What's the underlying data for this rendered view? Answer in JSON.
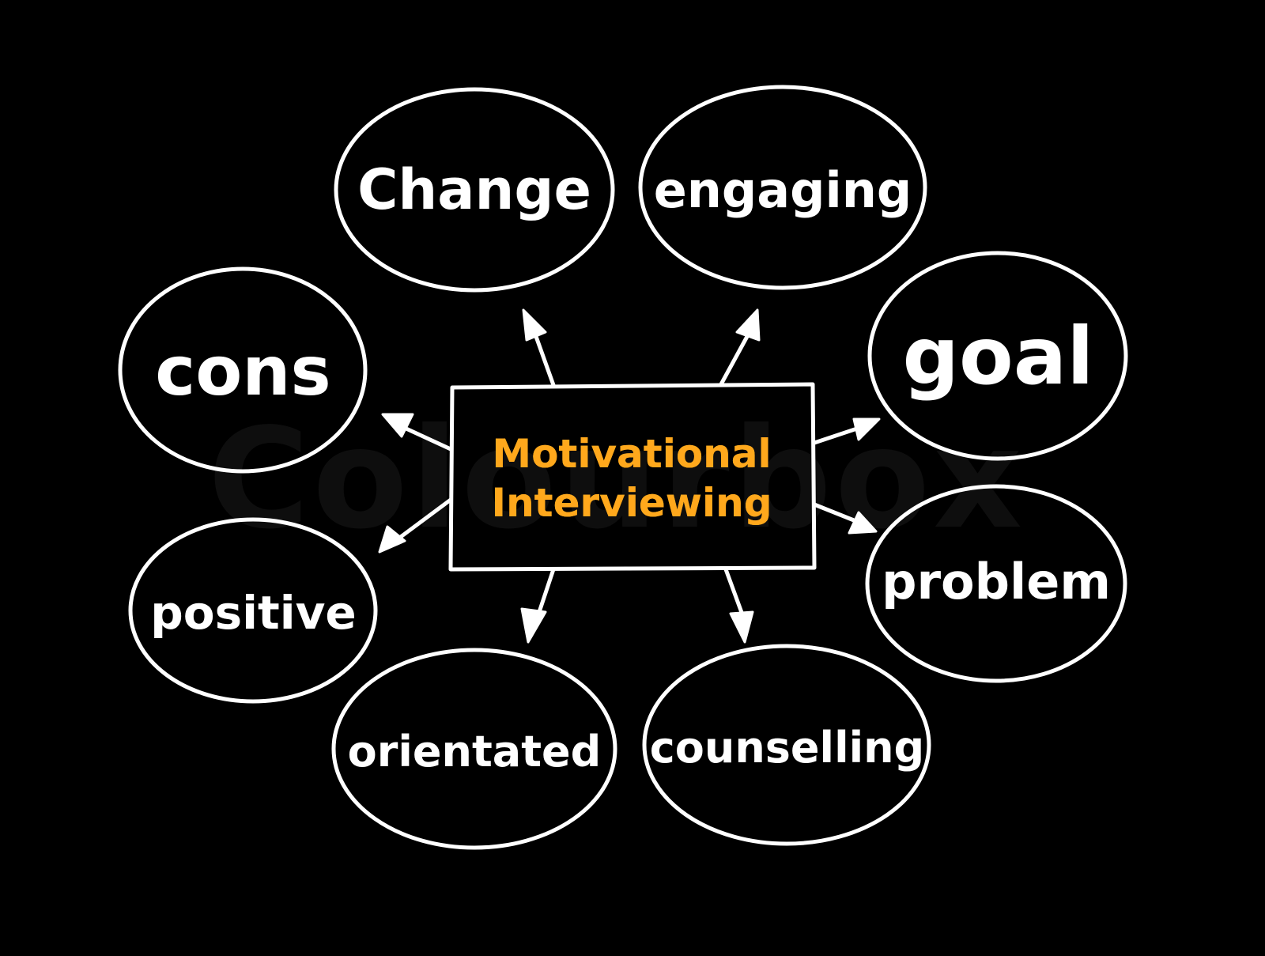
{
  "diagram": {
    "type": "mind-map",
    "background_color": "#000000",
    "line_color": "#ffffff",
    "center": {
      "line1": "Motivational",
      "line2": "Interviewing",
      "text_color": "#ffa81c"
    },
    "nodes": [
      {
        "id": "change",
        "label": "Change"
      },
      {
        "id": "engaging",
        "label": "engaging"
      },
      {
        "id": "goal",
        "label": "goal"
      },
      {
        "id": "problem",
        "label": "problem"
      },
      {
        "id": "counselling",
        "label": "counselling"
      },
      {
        "id": "orientated",
        "label": "orientated"
      },
      {
        "id": "positive",
        "label": "positive"
      },
      {
        "id": "cons",
        "label": "cons"
      }
    ],
    "watermark": "Colourbox"
  }
}
